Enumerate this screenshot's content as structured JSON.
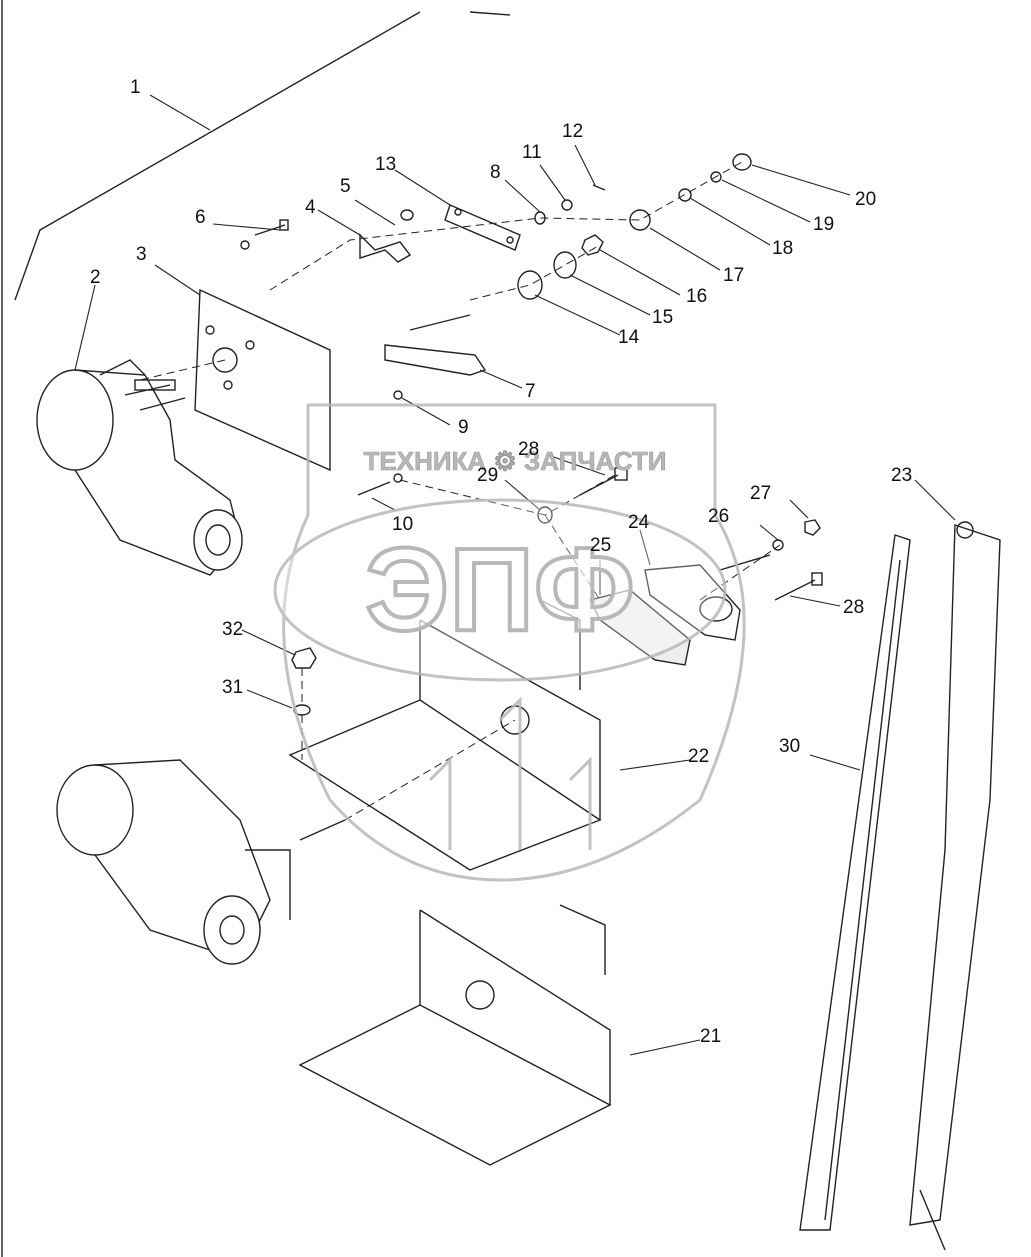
{
  "diagram": {
    "callouts": [
      {
        "id": "c1",
        "text": "1"
      },
      {
        "id": "c2",
        "text": "2"
      },
      {
        "id": "c3",
        "text": "3"
      },
      {
        "id": "c4",
        "text": "4"
      },
      {
        "id": "c5",
        "text": "5"
      },
      {
        "id": "c6",
        "text": "6"
      },
      {
        "id": "c7",
        "text": "7"
      },
      {
        "id": "c8",
        "text": "8"
      },
      {
        "id": "c9",
        "text": "9"
      },
      {
        "id": "c10",
        "text": "10"
      },
      {
        "id": "c11",
        "text": "11"
      },
      {
        "id": "c12",
        "text": "12"
      },
      {
        "id": "c13",
        "text": "13"
      },
      {
        "id": "c14",
        "text": "14"
      },
      {
        "id": "c15",
        "text": "15"
      },
      {
        "id": "c16",
        "text": "16"
      },
      {
        "id": "c17",
        "text": "17"
      },
      {
        "id": "c18",
        "text": "18"
      },
      {
        "id": "c19",
        "text": "19"
      },
      {
        "id": "c20",
        "text": "20"
      },
      {
        "id": "c21",
        "text": "21"
      },
      {
        "id": "c22",
        "text": "22"
      },
      {
        "id": "c23",
        "text": "23"
      },
      {
        "id": "c24",
        "text": "24"
      },
      {
        "id": "c25",
        "text": "25"
      },
      {
        "id": "c26",
        "text": "26"
      },
      {
        "id": "c27",
        "text": "27"
      },
      {
        "id": "c28a",
        "text": "28"
      },
      {
        "id": "c28b",
        "text": "28"
      },
      {
        "id": "c29",
        "text": "29"
      },
      {
        "id": "c30",
        "text": "30"
      },
      {
        "id": "c31",
        "text": "31"
      },
      {
        "id": "c32",
        "text": "32"
      }
    ]
  },
  "watermark": {
    "company_text": "ТЕХНИКА ⚙ ЗАПЧАСТИ",
    "logo_text": "ЭПФ",
    "color": "#b8b8b8"
  },
  "colors": {
    "line": "#222222",
    "paper": "#ffffff"
  }
}
